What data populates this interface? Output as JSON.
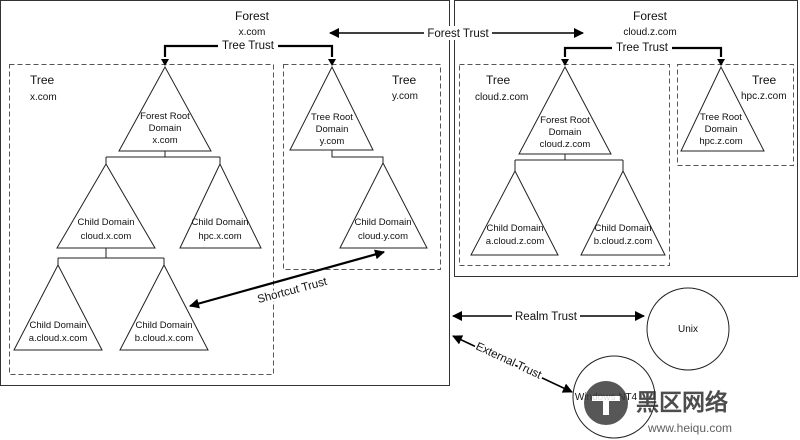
{
  "forest_left": {
    "title": "Forest",
    "domain": "x.com"
  },
  "forest_right": {
    "title": "Forest",
    "domain": "cloud.z.com"
  },
  "tree_x": {
    "title": "Tree",
    "domain": "x.com"
  },
  "tree_y": {
    "title": "Tree",
    "domain": "y.com"
  },
  "tree_cloud_z": {
    "title": "Tree",
    "domain": "cloud.z.com"
  },
  "tree_hpc_z": {
    "title": "Tree",
    "domain": "hpc.z.com"
  },
  "trusts": {
    "forest": "Forest Trust",
    "tree_left": "Tree Trust",
    "tree_right": "Tree Trust",
    "shortcut": "Shortcut Trust",
    "realm": "Realm Trust",
    "external": "External Trust"
  },
  "nodes": {
    "forest_root_x": {
      "l1": "Forest Root",
      "l2": "Domain",
      "l3": "x.com"
    },
    "tree_root_y": {
      "l1": "Tree Root",
      "l2": "Domain",
      "l3": "y.com"
    },
    "child_cloud_x": {
      "l1": "Child Domain",
      "l2": "cloud.x.com"
    },
    "child_hpc_x": {
      "l1": "Child Domain",
      "l2": "hpc.x.com"
    },
    "child_a_cloud_x": {
      "l1": "Child Domain",
      "l2": "a.cloud.x.com"
    },
    "child_b_cloud_x": {
      "l1": "Child Domain",
      "l2": "b.cloud.x.com"
    },
    "child_cloud_y": {
      "l1": "Child Domain",
      "l2": "cloud.y.com"
    },
    "forest_root_cloud_z": {
      "l1": "Forest Root",
      "l2": "Domain",
      "l3": "cloud.z.com"
    },
    "tree_root_hpc_z": {
      "l1": "Tree Root",
      "l2": "Domain",
      "l3": "hpc.z.com"
    },
    "child_a_cloud_z": {
      "l1": "Child Domain",
      "l2": "a.cloud.z.com"
    },
    "child_b_cloud_z": {
      "l1": "Child Domain",
      "l2": "b.cloud.z.com"
    }
  },
  "unix": {
    "label": "Unix"
  },
  "windows_nt4": {
    "label": "Windows NT4"
  },
  "watermark": {
    "brand": "黑区网络",
    "url": "www.heiqu.com"
  }
}
